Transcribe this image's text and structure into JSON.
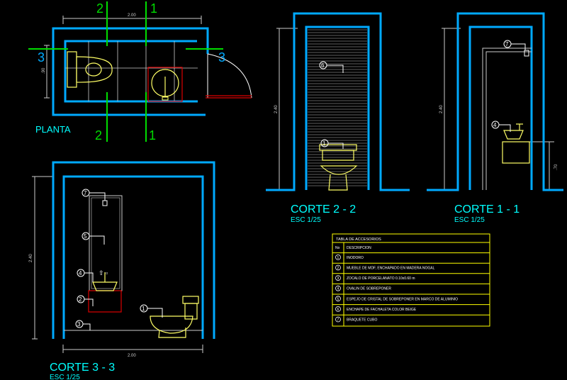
{
  "colors": {
    "background": "#000000",
    "wall": "#00aaff",
    "cut_line": "#00dd00",
    "fixture": "#ffff66",
    "tile_grid": "#cccccc",
    "dimension": "#cccccc",
    "callout": "#ffffff",
    "red_outline": "#dd0000",
    "title": "#00ffff",
    "table_border": "#ffff00"
  },
  "plan": {
    "title": "PLANTA",
    "width_dim": "2.00",
    "height_dim": ".90",
    "cut_marks": {
      "section_2_top": "2",
      "section_1_top": "1",
      "section_2_bottom": "2",
      "section_1_bottom": "1",
      "section_3_left": "3",
      "section_3_right": "3"
    }
  },
  "section_22": {
    "title": "CORTE 2 - 2",
    "scale": "ESC 1/25",
    "height_dim": "2.40",
    "callouts": [
      "6",
      "1"
    ]
  },
  "section_11": {
    "title": "CORTE 1 - 1",
    "scale": "ESC 1/25",
    "height_dim": "2.40",
    "counter_dim": ".70",
    "callouts": [
      "7",
      "4"
    ]
  },
  "section_33": {
    "title": "CORTE 3 - 3",
    "scale": "ESC 1/25",
    "height_dim": "2.40",
    "width_dim": "2.00",
    "callouts": [
      "7",
      "5",
      "4",
      "2",
      "1",
      "3"
    ]
  },
  "table": {
    "title": "TABLA DE ACCESORIOS",
    "header_no": "No",
    "header_desc": "DESCRIPCION",
    "rows": [
      {
        "no": "1",
        "desc": "INODORO"
      },
      {
        "no": "2",
        "desc": "MUEBLE DE MDF, ENCHAPADO EN MADERA NOGAL"
      },
      {
        "no": "3",
        "desc": "ZOCALO DE PORCELANATO 0.10x0.60 m"
      },
      {
        "no": "4",
        "desc": "OVALIN DE SOBREPONER"
      },
      {
        "no": "5",
        "desc": "ESPEJO DE CRISTAL DE SOBREPONER EN MARCO DE ALUMINIO"
      },
      {
        "no": "6",
        "desc": "ENCHAPE DE FACHALETA COLOR BEIGE"
      },
      {
        "no": "7",
        "desc": "BRAQUETE CUBO"
      }
    ]
  }
}
